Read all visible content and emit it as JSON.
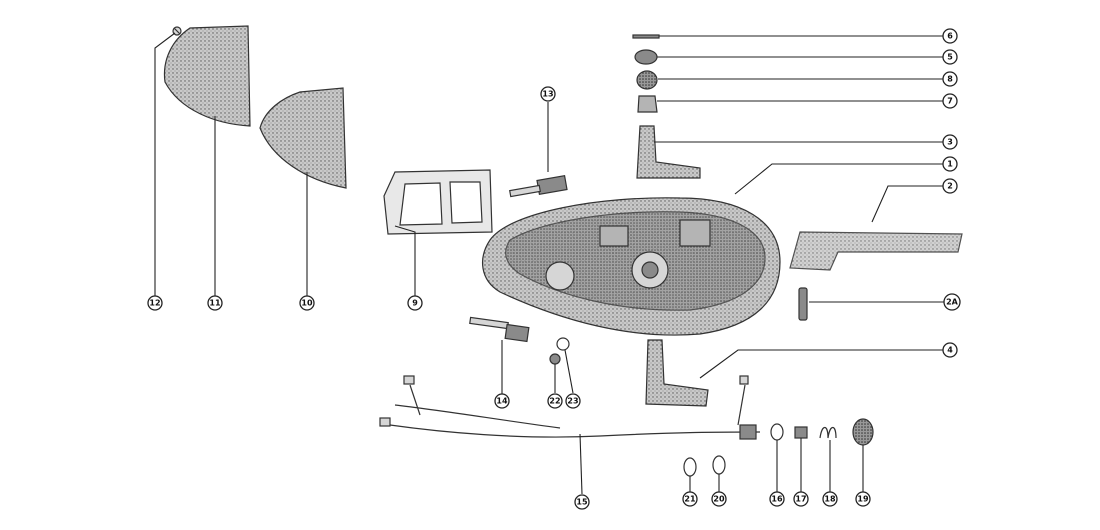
{
  "diagram": {
    "callouts": [
      {
        "id": "c1",
        "label": "1"
      },
      {
        "id": "c2",
        "label": "2"
      },
      {
        "id": "c2a",
        "label": "2A"
      },
      {
        "id": "c3",
        "label": "3"
      },
      {
        "id": "c4",
        "label": "4"
      },
      {
        "id": "c5",
        "label": "5"
      },
      {
        "id": "c6",
        "label": "6"
      },
      {
        "id": "c7",
        "label": "7"
      },
      {
        "id": "c8",
        "label": "8"
      },
      {
        "id": "c9",
        "label": "9"
      },
      {
        "id": "c10",
        "label": "10"
      },
      {
        "id": "c11",
        "label": "11"
      },
      {
        "id": "c12",
        "label": "12"
      },
      {
        "id": "c13",
        "label": "13"
      },
      {
        "id": "c14",
        "label": "14"
      },
      {
        "id": "c15",
        "label": "15"
      },
      {
        "id": "c16",
        "label": "16"
      },
      {
        "id": "c17",
        "label": "17"
      },
      {
        "id": "c18",
        "label": "18"
      },
      {
        "id": "c19",
        "label": "19"
      },
      {
        "id": "c20",
        "label": "20"
      },
      {
        "id": "c21",
        "label": "21"
      },
      {
        "id": "c22",
        "label": "22"
      },
      {
        "id": "c23",
        "label": "23"
      }
    ]
  }
}
